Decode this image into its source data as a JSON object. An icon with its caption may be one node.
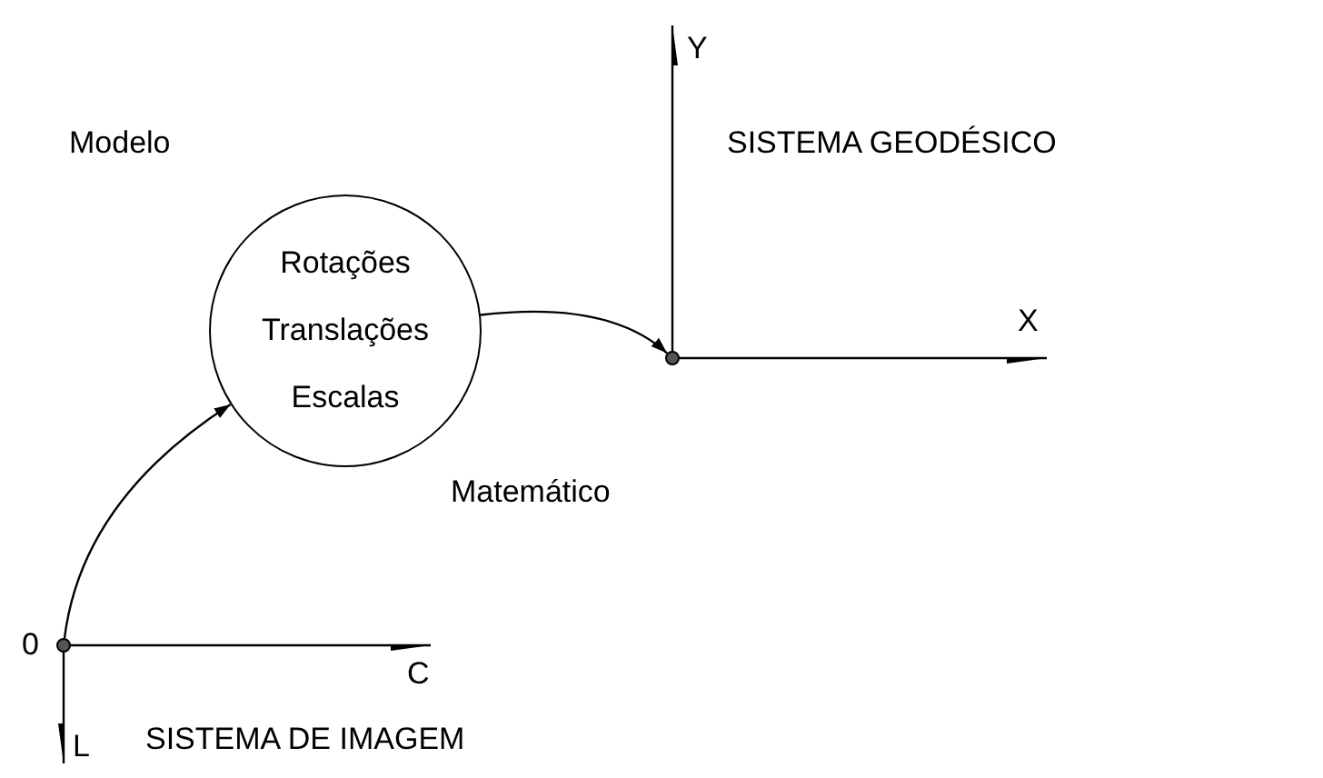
{
  "diagram": {
    "nodes": [
      {
        "text": [
          "Rotações",
          "Translações",
          "Escalas"
        ],
        "beside": [
          "Modelo",
          "Matemático"
        ]
      },
      {
        "text": [],
        "shape": "circle"
      },
      {
        "text": [],
        "shape": "circle",
        "beside": [
          "0"
        ]
      }
    ],
    "edges": [
      {
        "from": 2,
        "to": 0,
        "arrow": "to"
      },
      {
        "from": 0,
        "to": 1,
        "arrow": "to"
      }
    ],
    "labels": [
      "Y",
      "SISTEMA GEODÉSICO",
      "X",
      "C",
      "L",
      "SISTEMA DE IMAGEM"
    ]
  }
}
